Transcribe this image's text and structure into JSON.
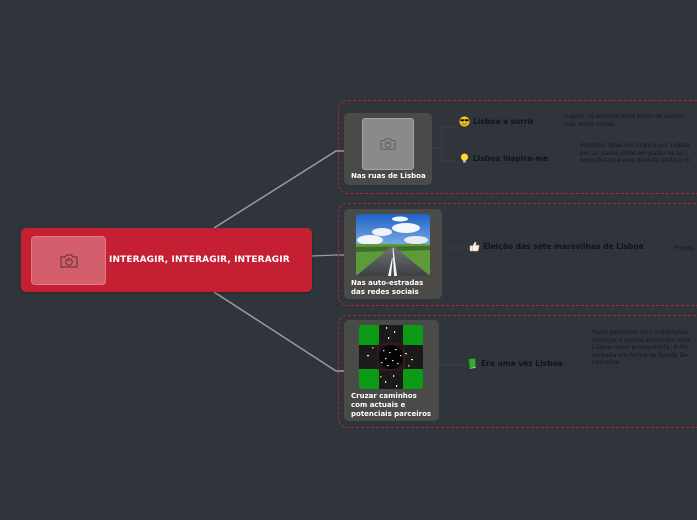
{
  "map": {
    "central": {
      "title": "INTERAGIR, INTERAGIR, INTERAGIR",
      "image": "camera-placeholder-icon",
      "color": "#c41f33"
    },
    "branches": [
      {
        "label": "Nas ruas de Lisboa",
        "image": "camera-placeholder-icon",
        "topics": [
          {
            "icon": "sunglasses-smiley-icon",
            "label": "Lisboa a sorrir",
            "note": "Captar os sorrisos mais belos de Lisboa\nnas redes socias"
          },
          {
            "icon": "lightbulb-icon",
            "label": "Lisboa inspira-me",
            "note": "Espalhar telas em branco por Lisboa\npor ali passe pinte em palavras ou i\nemoções que vive quando visita o lo"
          }
        ]
      },
      {
        "label": "Nas auto-estradas das redes sociais",
        "image": "road-landscape-image",
        "topics": [
          {
            "icon": "thumbs-up-icon",
            "label": "Eleição das sete maravilhas de Lisboa",
            "note": "Propos"
          }
        ]
      },
      {
        "label": "Cruzar caminhos com actuais e potenciais parceiros",
        "image": "intersection-aerial-image",
        "topics": [
          {
            "icon": "green-book-icon",
            "label": "Era uma vez Lisboa",
            "note": "Fazer parcerias com instituições\ncrianças e jovens escrevam uma\nLisboa como protagonista. A his\ncontada em forma de Banda De\nnarrativa"
          }
        ]
      }
    ],
    "colors": {
      "background": "#2f353b",
      "branch_frame": "#b3243a",
      "card": "#4a4a48",
      "connector": "#9a9c9e"
    }
  }
}
